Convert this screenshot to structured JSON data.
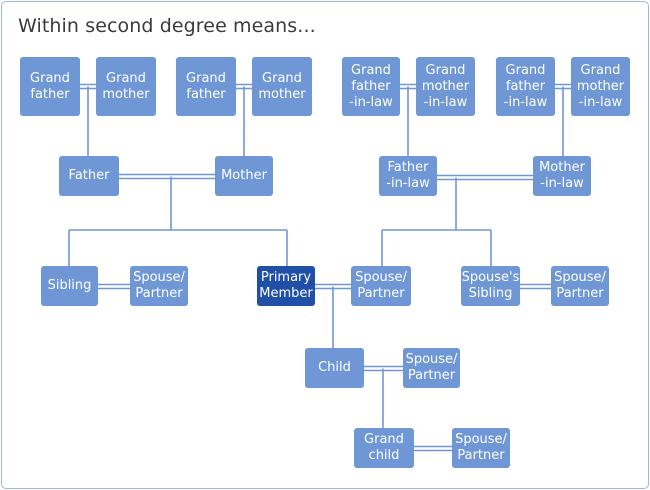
{
  "title": "Within second degree means...",
  "colors": {
    "node": "#6f97d6",
    "primary": "#1f4fa6",
    "line": "#6f97d6",
    "border": "#9fb8d6"
  },
  "nodes": {
    "gf1": "Grand\nfather",
    "gm1": "Grand\nmother",
    "gf2": "Grand\nfather",
    "gm2": "Grand\nmother",
    "gfil1": "Grand\nfather\n-in-law",
    "gmil1": "Grand\nmother\n-in-law",
    "gfil2": "Grand\nfather\n-in-law",
    "gmil2": "Grand\nmother\n-in-law",
    "father": "Father",
    "mother": "Mother",
    "fil": "Father\n-in-law",
    "mil": "Mother\n-in-law",
    "sibling": "Sibling",
    "sibling_spouse": "Spouse/\nPartner",
    "primary": "Primary\nMember",
    "spouse": "Spouse/\nPartner",
    "spouse_sibling": "Spouse's\nSibling",
    "spouse_sibling_spouse": "Spouse/\nPartner",
    "child": "Child",
    "child_spouse": "Spouse/\nPartner",
    "grandchild": "Grand\nchild",
    "grandchild_spouse": "Spouse/\nPartner"
  }
}
